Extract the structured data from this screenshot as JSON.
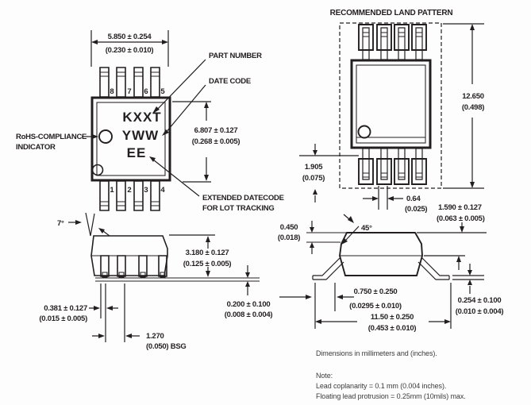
{
  "top_view": {
    "width_mm": "5.850 ± 0.254",
    "width_in": "(0.230 ± 0.010)",
    "height_mm": "6.807 ± 0.127",
    "height_in": "(0.268 ± 0.005)",
    "pins_top": [
      "8",
      "7",
      "6",
      "5"
    ],
    "pins_bottom": [
      "1",
      "2",
      "3",
      "4"
    ],
    "markings": {
      "line1": "KXXT",
      "line2": "YWW",
      "line3": "EE"
    },
    "callouts": {
      "part_number": "PART NUMBER",
      "date_code": "DATE CODE",
      "rohs_line1": "RoHS-COMPLIANCE",
      "rohs_line2": "INDICATOR",
      "extended_line1": "EXTENDED DATECODE",
      "extended_line2": "FOR LOT TRACKING"
    }
  },
  "land_pattern": {
    "title": "RECOMMENDED LAND PATTERN",
    "height_mm": "12.650",
    "height_in": "(0.498)",
    "pad_length_mm": "1.905",
    "pad_length_in": "(0.075)",
    "pad_gap_mm": "0.64",
    "pad_gap_in": "(0.025)"
  },
  "side_view": {
    "lead_angle": "7°",
    "body_height_mm": "3.180 ± 0.127",
    "body_height_in": "(0.125 ± 0.005)",
    "standoff_mm": "0.200 ± 0.100",
    "standoff_in": "(0.008 ± 0.004)",
    "lead_width_mm": "0.381 ± 0.127",
    "lead_width_in": "(0.015 ± 0.005)",
    "pitch_mm": "1.270",
    "pitch_in": "(0.050) BSG"
  },
  "end_view": {
    "chamfer_angle": "45°",
    "chamfer_mm": "0.450",
    "chamfer_in": "(0.018)",
    "lead_length_mm": "1.590 ± 0.127",
    "lead_length_in": "(0.063 ± 0.005)",
    "foot_mm": "0.750 ± 0.250",
    "foot_in": "(0.0295 ± 0.010)",
    "lead_thickness_mm": "0.254 ± 0.100",
    "lead_thickness_in": "(0.010 ± 0.004)",
    "overall_width_mm": "11.50 ± 0.250",
    "overall_width_in": "(0.453 ± 0.010)"
  },
  "notes": {
    "units": "Dimensions in millimeters and (inches).",
    "note_label": "Note:",
    "note1": "Lead coplanarity = 0.1 mm (0.004 inches).",
    "note2": "Floating lead protrusion = 0.25mm (10mils) max."
  }
}
